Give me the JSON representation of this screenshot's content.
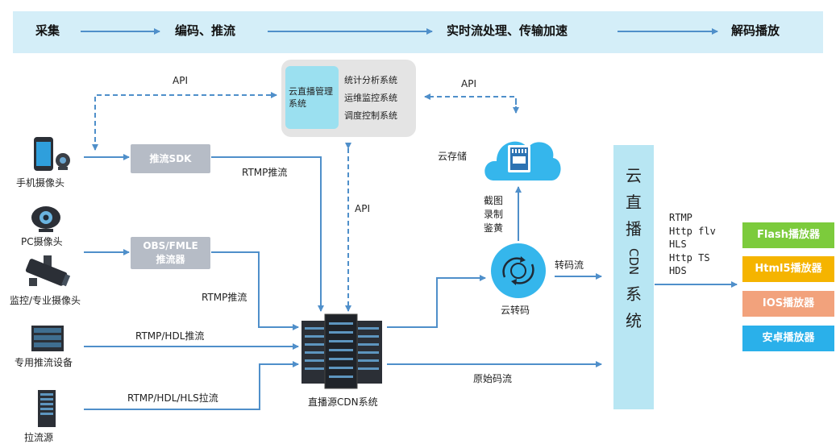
{
  "stages": [
    "采集",
    "编码、推流",
    "实时流处理、传输加速",
    "解码播放"
  ],
  "management": {
    "core": "云直播管理系统",
    "subsystems": [
      "统计分析系统",
      "运维监控系统",
      "调度控制系统"
    ]
  },
  "api_labels": [
    "API",
    "API",
    "API"
  ],
  "sources": {
    "phone": "手机摄像头",
    "pc": "PC摄像头",
    "monitor": "监控/专业摄像头",
    "device": "专用推流设备",
    "pull": "拉流源"
  },
  "encoders": {
    "sdk": "推流SDK",
    "obs_line1": "OBS/FMLE",
    "obs_line2": "推流器"
  },
  "edges": {
    "rtmp_push_1": "RTMP推流",
    "rtmp_push_2": "RTMP推流",
    "rtmp_hdl_push": "RTMP/HDL推流",
    "rtmp_hdl_hls_pull": "RTMP/HDL/HLS拉流",
    "transcode_stream": "转码流",
    "original_stream": "原始码流"
  },
  "origin": "直播源CDN系统",
  "storage": {
    "name": "云存储",
    "ops": [
      "截图",
      "录制",
      "鉴黄"
    ]
  },
  "transcode": "云转码",
  "cdn": {
    "chars": [
      "云",
      "直",
      "播",
      "CDN",
      "系",
      "统"
    ]
  },
  "protocols": [
    "RTMP",
    "Http flv",
    "HLS",
    "Http TS",
    "HDS"
  ],
  "players": [
    {
      "label": "Flash播放器",
      "color": "#7ccb3c"
    },
    {
      "label": "Html5播放器",
      "color": "#f5b400"
    },
    {
      "label": "IOS播放器",
      "color": "#f2a27c"
    },
    {
      "label": "安卓播放器",
      "color": "#2ab0ea"
    }
  ],
  "colors": {
    "arrow": "#4f8fca",
    "banner": "#d4eef8"
  }
}
